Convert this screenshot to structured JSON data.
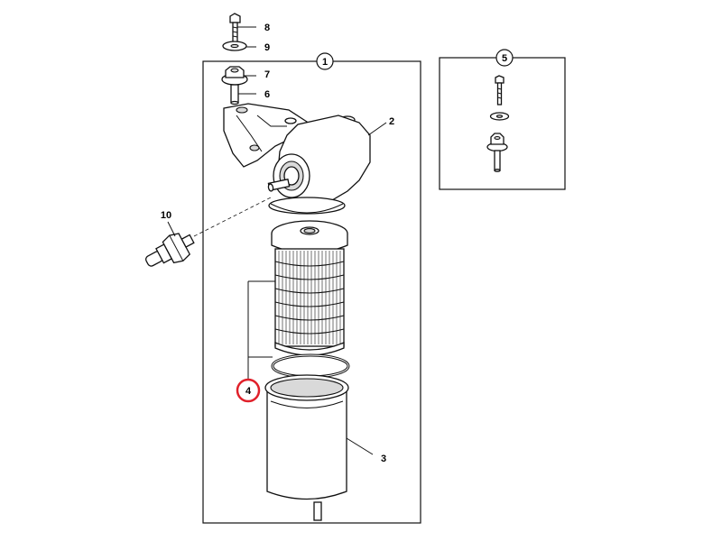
{
  "main_group_label": "1",
  "inset_group_label": "5",
  "callouts": {
    "housing": "2",
    "bowl": "3",
    "element": "4",
    "stud": "6",
    "nut": "7",
    "bolt": "8",
    "washer": "9",
    "sensor": "10"
  },
  "highlight_color": "#e0202a"
}
